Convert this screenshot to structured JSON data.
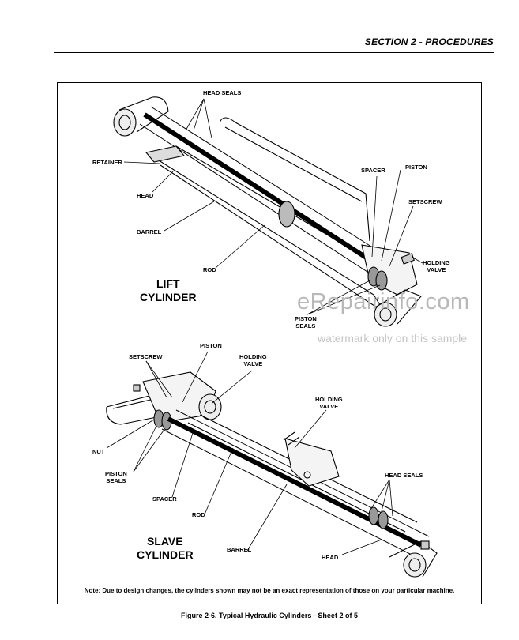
{
  "header": {
    "section_title": "SECTION 2 - PROCEDURES"
  },
  "lift": {
    "title_line1": "LIFT",
    "title_line2": "CYLINDER",
    "labels": {
      "head_seals": "HEAD SEALS",
      "retainer": "RETAINER",
      "head": "HEAD",
      "barrel": "BARREL",
      "rod": "ROD",
      "spacer": "SPACER",
      "piston": "PISTON",
      "setscrew": "SETSCREW",
      "holding_valve_1": "HOLDING",
      "holding_valve_2": "VALVE",
      "piston_seals_1": "PISTON",
      "piston_seals_2": "SEALS"
    }
  },
  "slave": {
    "title_line1": "SLAVE",
    "title_line2": "CYLINDER",
    "labels": {
      "setscrew": "SETSCREW",
      "piston": "PISTON",
      "holding_valve_a1": "HOLDING",
      "holding_valve_a2": "VALVE",
      "holding_valve_b1": "HOLDING",
      "holding_valve_b2": "VALVE",
      "nut": "NUT",
      "piston_seals_1": "PISTON",
      "piston_seals_2": "SEALS",
      "spacer": "SPACER",
      "rod": "ROD",
      "head_seals": "HEAD SEALS",
      "barrel": "BARREL",
      "head": "HEAD"
    }
  },
  "note": "Note: Due to design changes, the cylinders shown may not be an exact representation of those on your particular machine.",
  "caption": "Figure 2-6.  Typical Hydraulic Cylinders - Sheet 2 of 5",
  "watermark": {
    "line1": "eRepairinfo.com",
    "line2": "watermark only on this sample"
  }
}
